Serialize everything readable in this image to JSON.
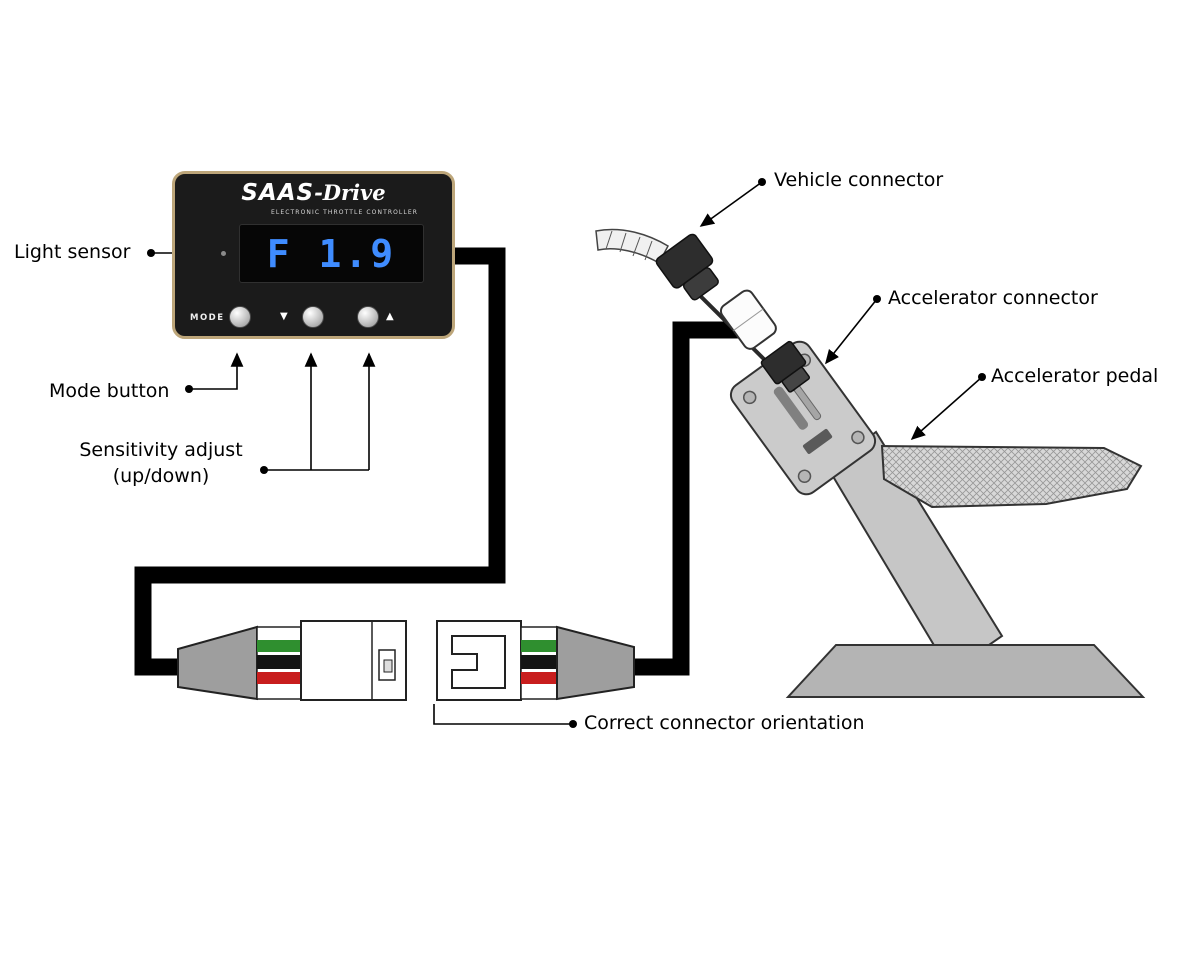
{
  "device": {
    "brand": "SAAS",
    "product": "-Drive",
    "subtitle": "ELECTRONIC THROTTLE CONTROLLER",
    "display_value": "F 1.9",
    "mode_label": "MODE",
    "down_symbol": "▼",
    "up_symbol": "▲",
    "display_color": "#3f8cff",
    "body_color": "#1b1b1b",
    "border_color": "#bda67a"
  },
  "labels": {
    "light_sensor": "Light sensor",
    "mode_button": "Mode button",
    "sensitivity_adjust": "Sensitivity adjust",
    "sensitivity_updown": "(up/down)",
    "vehicle_connector": "Vehicle connector",
    "accelerator_connector": "Accelerator connector",
    "accelerator_pedal": "Accelerator pedal",
    "correct_connector_orientation": "Correct connector orientation"
  },
  "wires": {
    "green": "#2f8f2f",
    "black": "#141414",
    "red": "#c81d1d"
  }
}
